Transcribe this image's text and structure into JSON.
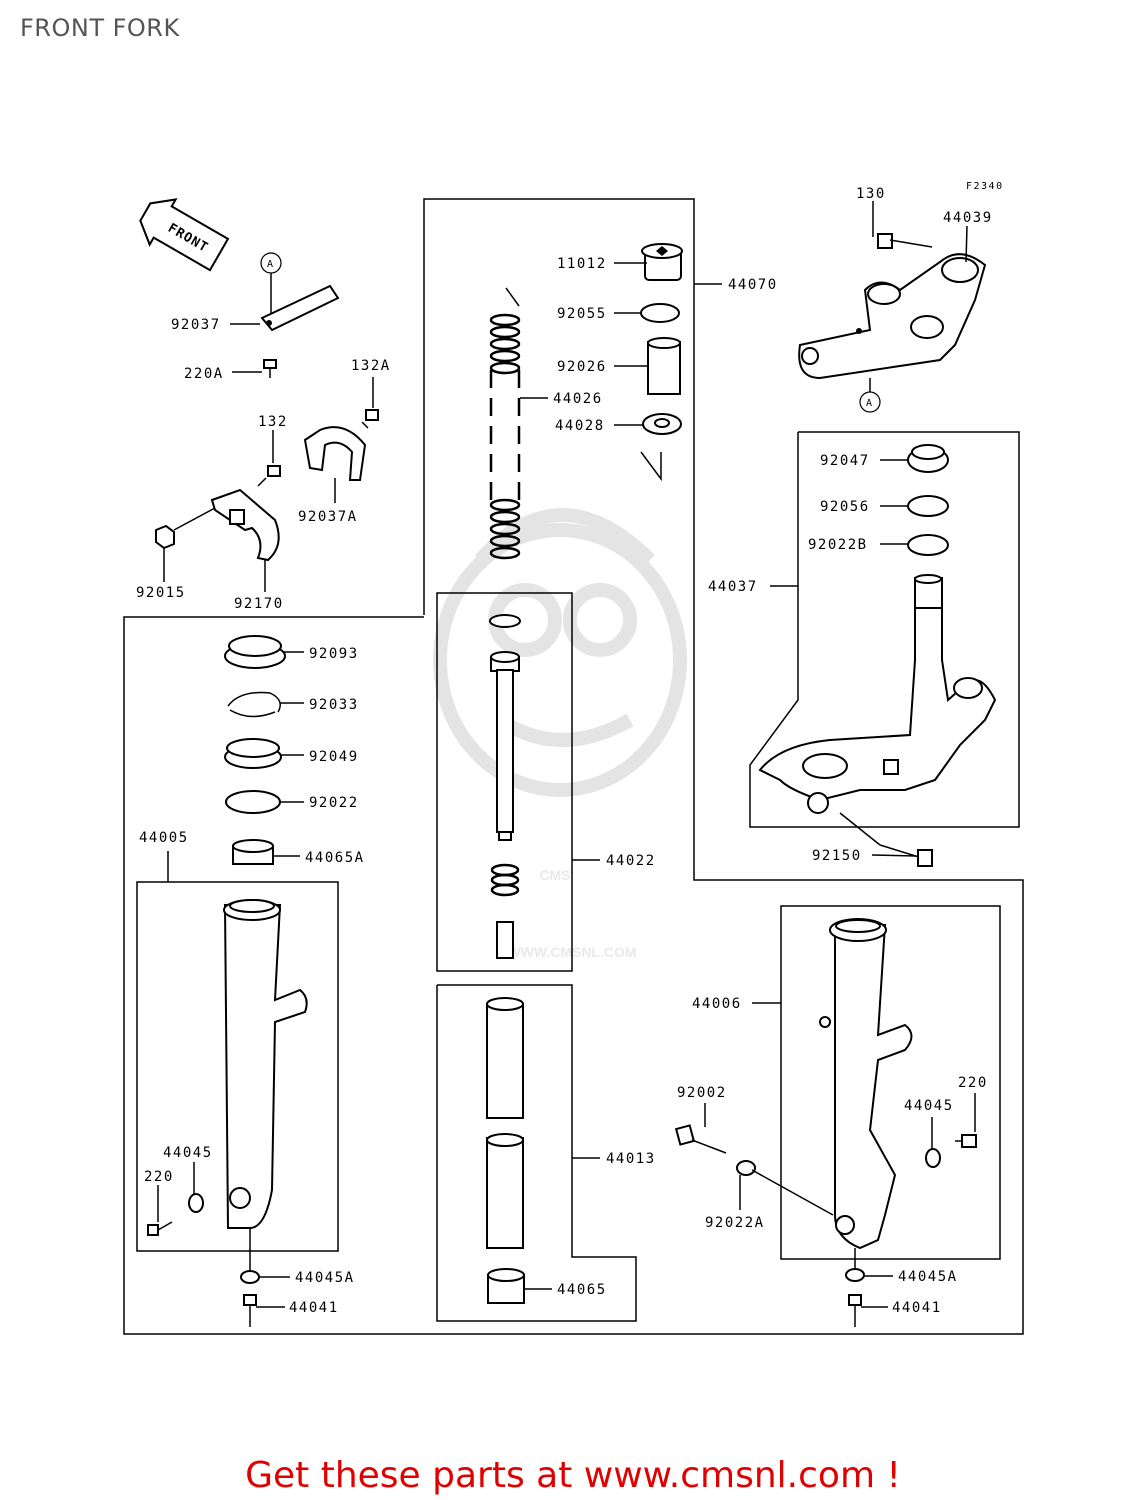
{
  "page": {
    "title": "FRONT FORK",
    "footer": "Get these parts at www.cmsnl.com !"
  },
  "diagram": {
    "figure_code": "F2340",
    "front_arrow_label": "FRONT",
    "watermark_text": "WWW.CMSNL.COM",
    "watermark_logo": "CMS",
    "ref_marks": [
      "A",
      "A"
    ],
    "parts": {
      "p130": "130",
      "p44039": "44039",
      "p11012": "11012",
      "p44070": "44070",
      "p92055": "92055",
      "p92026": "92026",
      "p44026": "44026",
      "p44028": "44028",
      "p92037": "92037",
      "p220A": "220A",
      "p132A": "132A",
      "p132": "132",
      "p92037A": "92037A",
      "p92015": "92015",
      "p92170": "92170",
      "p92047": "92047",
      "p92056": "92056",
      "p92022B": "92022B",
      "p44037": "44037",
      "p92093": "92093",
      "p92033": "92033",
      "p92049": "92049",
      "p92022": "92022",
      "p44005": "44005",
      "p44065A": "44065A",
      "p44022": "44022",
      "p92150": "92150",
      "p44006": "44006",
      "p44013": "44013",
      "p92002": "92002",
      "p220_right": "220",
      "p44045_right": "44045",
      "p44045_left": "44045",
      "p220_left": "220",
      "p92022A": "92022A",
      "p44045A_left": "44045A",
      "p44041_left": "44041",
      "p44065": "44065",
      "p44045A_right": "44045A",
      "p44041_right": "44041"
    }
  }
}
